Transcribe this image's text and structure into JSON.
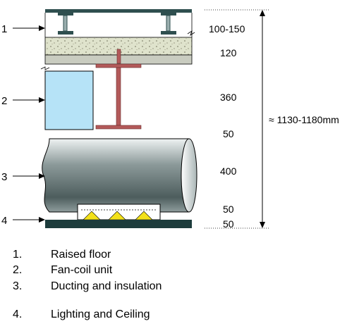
{
  "markers": [
    "1",
    "2",
    "3",
    "4"
  ],
  "dimensions": [
    "100-150",
    "120",
    "360",
    "50",
    "400",
    "50",
    "50"
  ],
  "total_height": "≈ 1130-1180mm",
  "legend": [
    {
      "num": "1.",
      "label": "Raised floor"
    },
    {
      "num": "2.",
      "label": "Fan-coil unit"
    },
    {
      "num": "3.",
      "label": "Ducting and insulation"
    },
    {
      "num": "4.",
      "label": "Lighting and Ceiling"
    }
  ],
  "colors": {
    "floor_panel": "#2f4f4f",
    "steel_beam": "#b35a5a",
    "concrete": "#dfe3cc",
    "fan_coil": "#b6e3f7",
    "duct": "#7c8a8a",
    "ceiling": "#1d3c3c",
    "light": "#f3e11a"
  }
}
